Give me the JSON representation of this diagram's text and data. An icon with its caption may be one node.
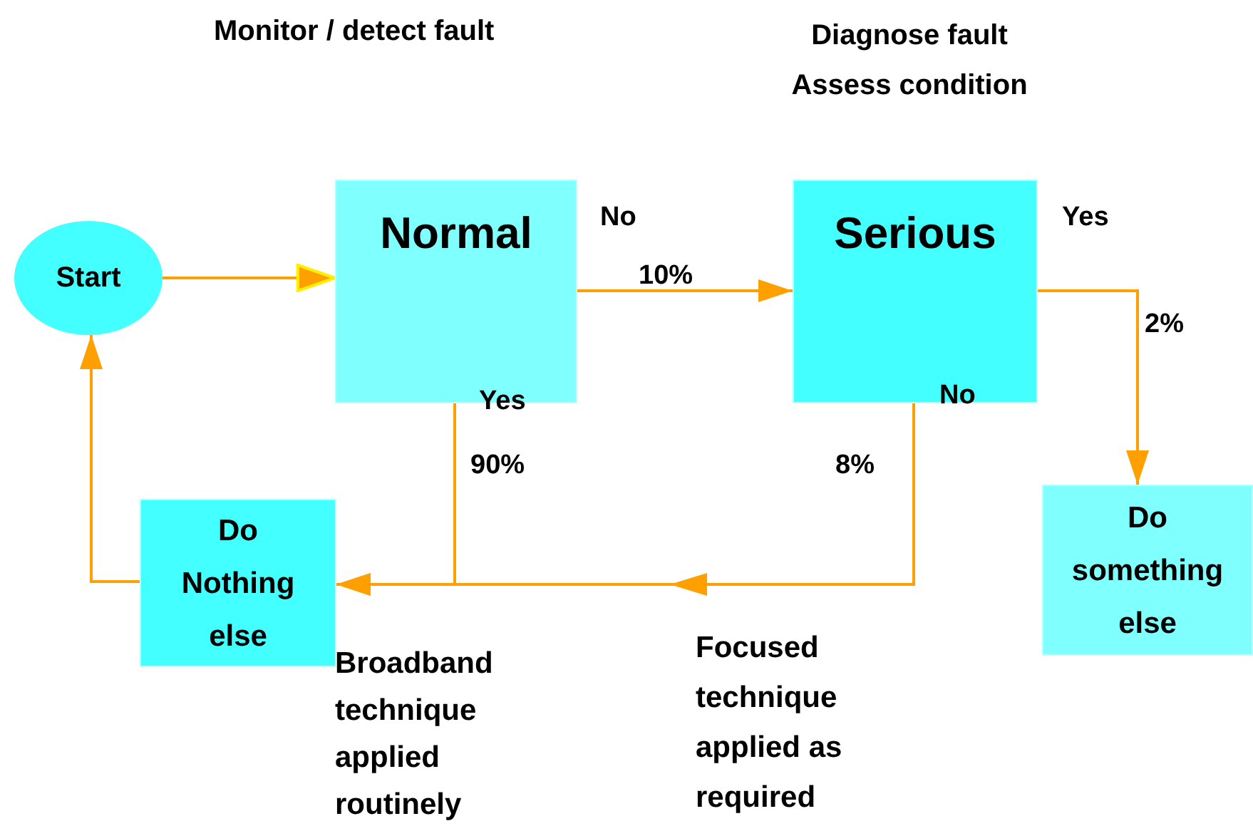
{
  "diagram": {
    "nodes": [
      {
        "text": [
          "Start"
        ]
      },
      {
        "text": [
          "Normal"
        ]
      },
      {
        "text": [
          "Serious"
        ]
      },
      {
        "text": [
          "Do Nothing else"
        ]
      },
      {
        "text": [
          "Do something else"
        ]
      }
    ],
    "edges": [
      {
        "from": 0,
        "to": 1,
        "arrow": "to"
      },
      {
        "from": 1,
        "to": 2,
        "arrow": "to",
        "label": "10%"
      },
      {
        "from": 2,
        "to": 4,
        "arrow": "to",
        "label": "2%"
      },
      {
        "from": 1,
        "to": 3,
        "arrow": "to",
        "label": "90%"
      },
      {
        "from": 2,
        "to": 3,
        "arrow": "to",
        "label": "8%"
      },
      {
        "from": 3,
        "to": 0,
        "arrow": "to"
      }
    ],
    "labels": [
      "Monitor / detect fault",
      "Diagnose fault Assess condition",
      "No",
      "Yes",
      "Yes",
      "No",
      "Broadband technique applied routinely",
      "Focused technique applied as required"
    ]
  }
}
